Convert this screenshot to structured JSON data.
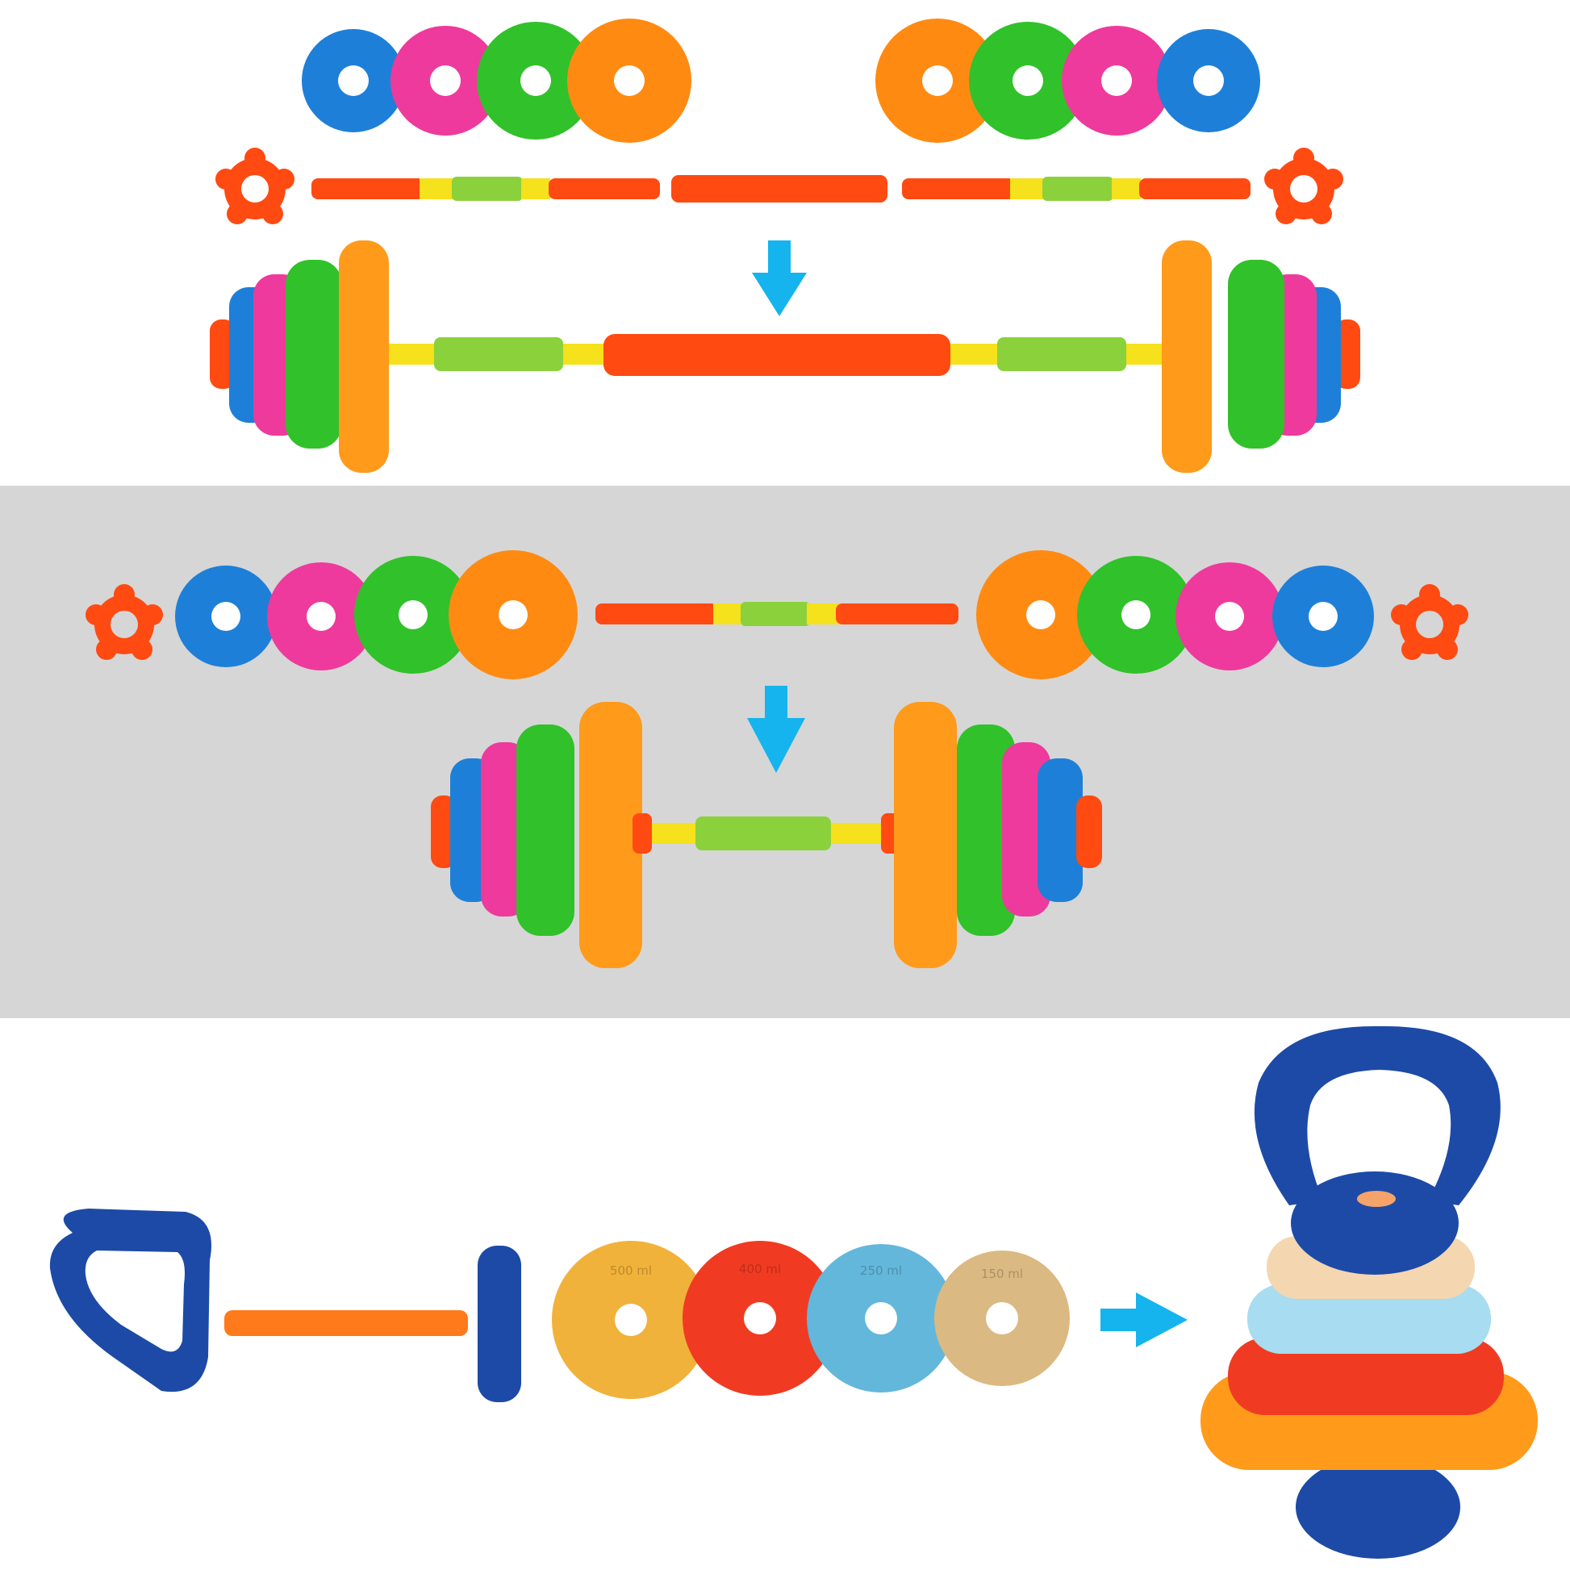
{
  "colors": {
    "blue": "#1e7fd8",
    "pink": "#ee3a9c",
    "green": "#31c12a",
    "orange": "#ff8a12",
    "red_orange": "#ff4a12",
    "yellow": "#f5e11c",
    "lime": "#8bd13c",
    "arrow": "#15b4ee",
    "navy": "#1d4aa6",
    "mustard": "#f0b23a",
    "red": "#f03b22",
    "sky": "#63b7db",
    "tan": "#dbb982",
    "cream": "#f4d6b0",
    "ice": "#a8dcf0"
  },
  "plate_labels": {
    "bar_top_left": [
      "",
      "",
      "",
      ""
    ],
    "bar_top_right": [
      "",
      "",
      "",
      ""
    ],
    "kettlebell": [
      "500 ml",
      "400 ml",
      "250 ml",
      "150 ml"
    ]
  }
}
